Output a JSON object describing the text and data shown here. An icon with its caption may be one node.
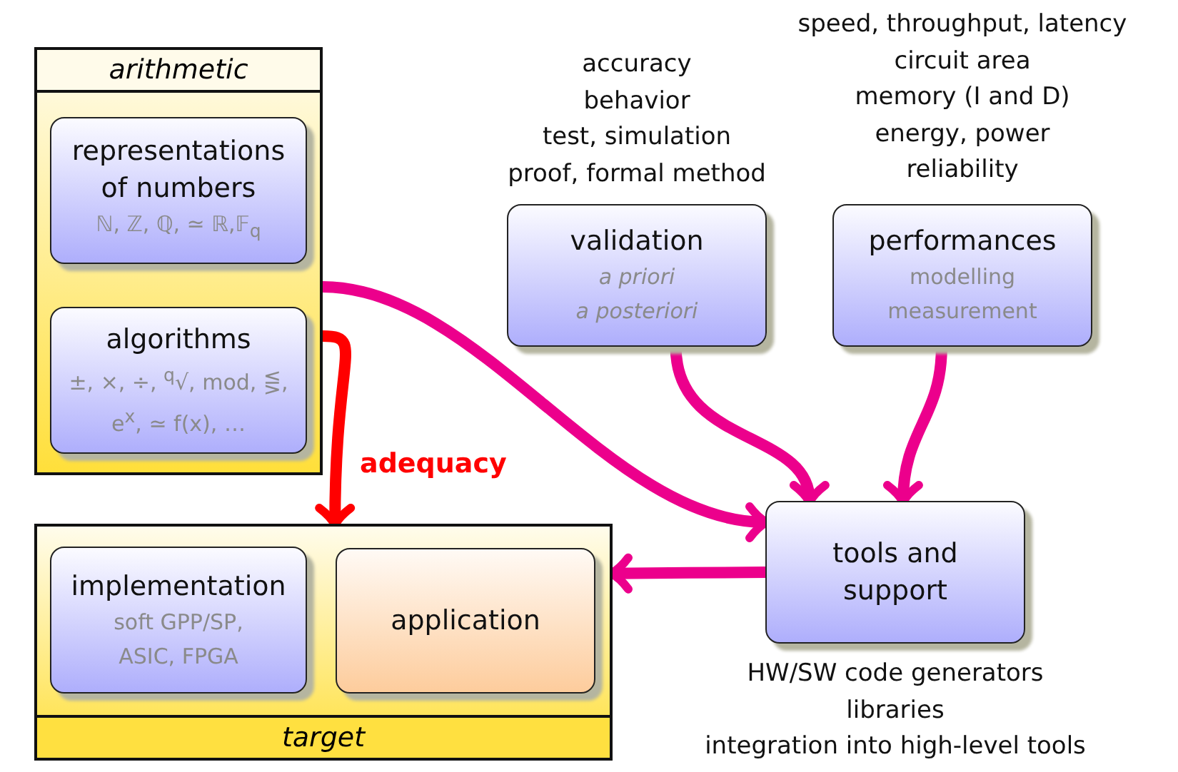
{
  "diagram": {
    "nodes": [
      {
        "text": [
          "arithmetic"
        ]
      },
      {
        "text": [
          "representations of numbers",
          "ℕ, ℤ, ℚ, ≃ ℝ,𝔽$_{q}$"
        ],
        "in": 0
      },
      {
        "text": [
          "algorithms",
          "±, ×, ÷, $^{q}$√, mod, ⋚, e$^{x}$, ≃ f(x), …"
        ],
        "in": 0
      },
      {
        "text": [
          "target"
        ]
      },
      {
        "text": [
          "implementation",
          "soft GPP/SP, ASIC, FPGA"
        ],
        "in": 3
      },
      {
        "text": [
          "application"
        ],
        "in": 3
      },
      {
        "text": [
          "validation",
          "a priori",
          "a posteriori"
        ],
        "beside": [
          "accuracy",
          "behavior",
          "test, simulation",
          "proof, formal method"
        ]
      },
      {
        "text": [
          "performances",
          "modelling",
          "measurement"
        ],
        "beside": [
          "speed, throughput, latency",
          "circuit area",
          "memory (I and D)",
          "energy, power",
          "reliability"
        ]
      },
      {
        "text": [
          "tools and support"
        ],
        "beside": [
          "HW/SW code generators",
          "libraries",
          "integration into high-level tools"
        ]
      }
    ],
    "edges": [
      {
        "from": 0,
        "to": 8,
        "arrow": "to"
      },
      {
        "from": 0,
        "to": 3,
        "arrow": "to",
        "label": "adequacy",
        "color": "#ff0000"
      },
      {
        "from": 6,
        "to": 8,
        "arrow": "to"
      },
      {
        "from": 7,
        "to": 8,
        "arrow": "to"
      },
      {
        "from": 8,
        "to": 3,
        "arrow": "to"
      }
    ]
  }
}
